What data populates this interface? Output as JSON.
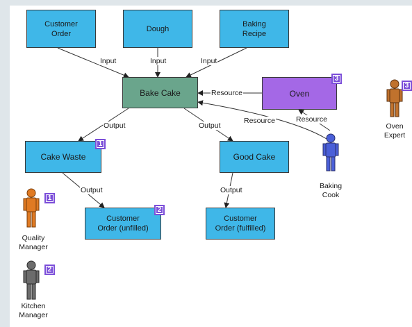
{
  "nodes": {
    "customer_order": "Customer\nOrder",
    "dough": "Dough",
    "baking_recipe": "Baking\nRecipe",
    "bake_cake": "Bake Cake",
    "oven": "Oven",
    "cake_waste": "Cake Waste",
    "good_cake": "Good Cake",
    "order_unfilled": "Customer\nOrder (unfilled)",
    "order_fulfilled": "Customer\nOrder (fulfilled)"
  },
  "edge_labels": {
    "input": "Input",
    "output": "Output",
    "resource": "Resource"
  },
  "badges": {
    "oven": "3",
    "cake_waste": "1",
    "order_unfilled": "2",
    "quality_manager": "1",
    "kitchen_manager": "2",
    "oven_expert": "3"
  },
  "actors": {
    "baking_cook": "Baking\nCook",
    "quality_manager": "Quality\nManager",
    "kitchen_manager": "Kitchen\nManager",
    "oven_expert": "Oven\nExpert"
  },
  "colors": {
    "process_blue": "#3fb7e8",
    "activity_green": "#6aa58c",
    "resource_purple": "#a468e6",
    "badge_purple": "#7c4fd9",
    "actor_orange": "#e07a22",
    "actor_blue": "#4a5fd8",
    "actor_grey": "#6c6c6c",
    "actor_brown": "#c0722d"
  }
}
